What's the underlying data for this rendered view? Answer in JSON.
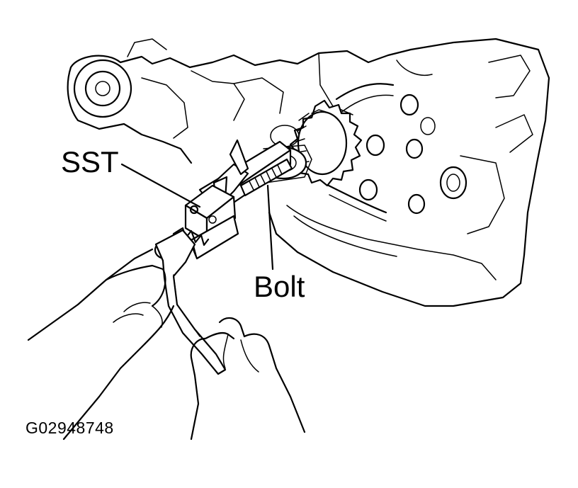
{
  "labels": {
    "sst": "SST",
    "bolt": "Bolt"
  },
  "figure_id": "G02948748",
  "colors": {
    "ink": "#000000",
    "paper": "#ffffff"
  }
}
